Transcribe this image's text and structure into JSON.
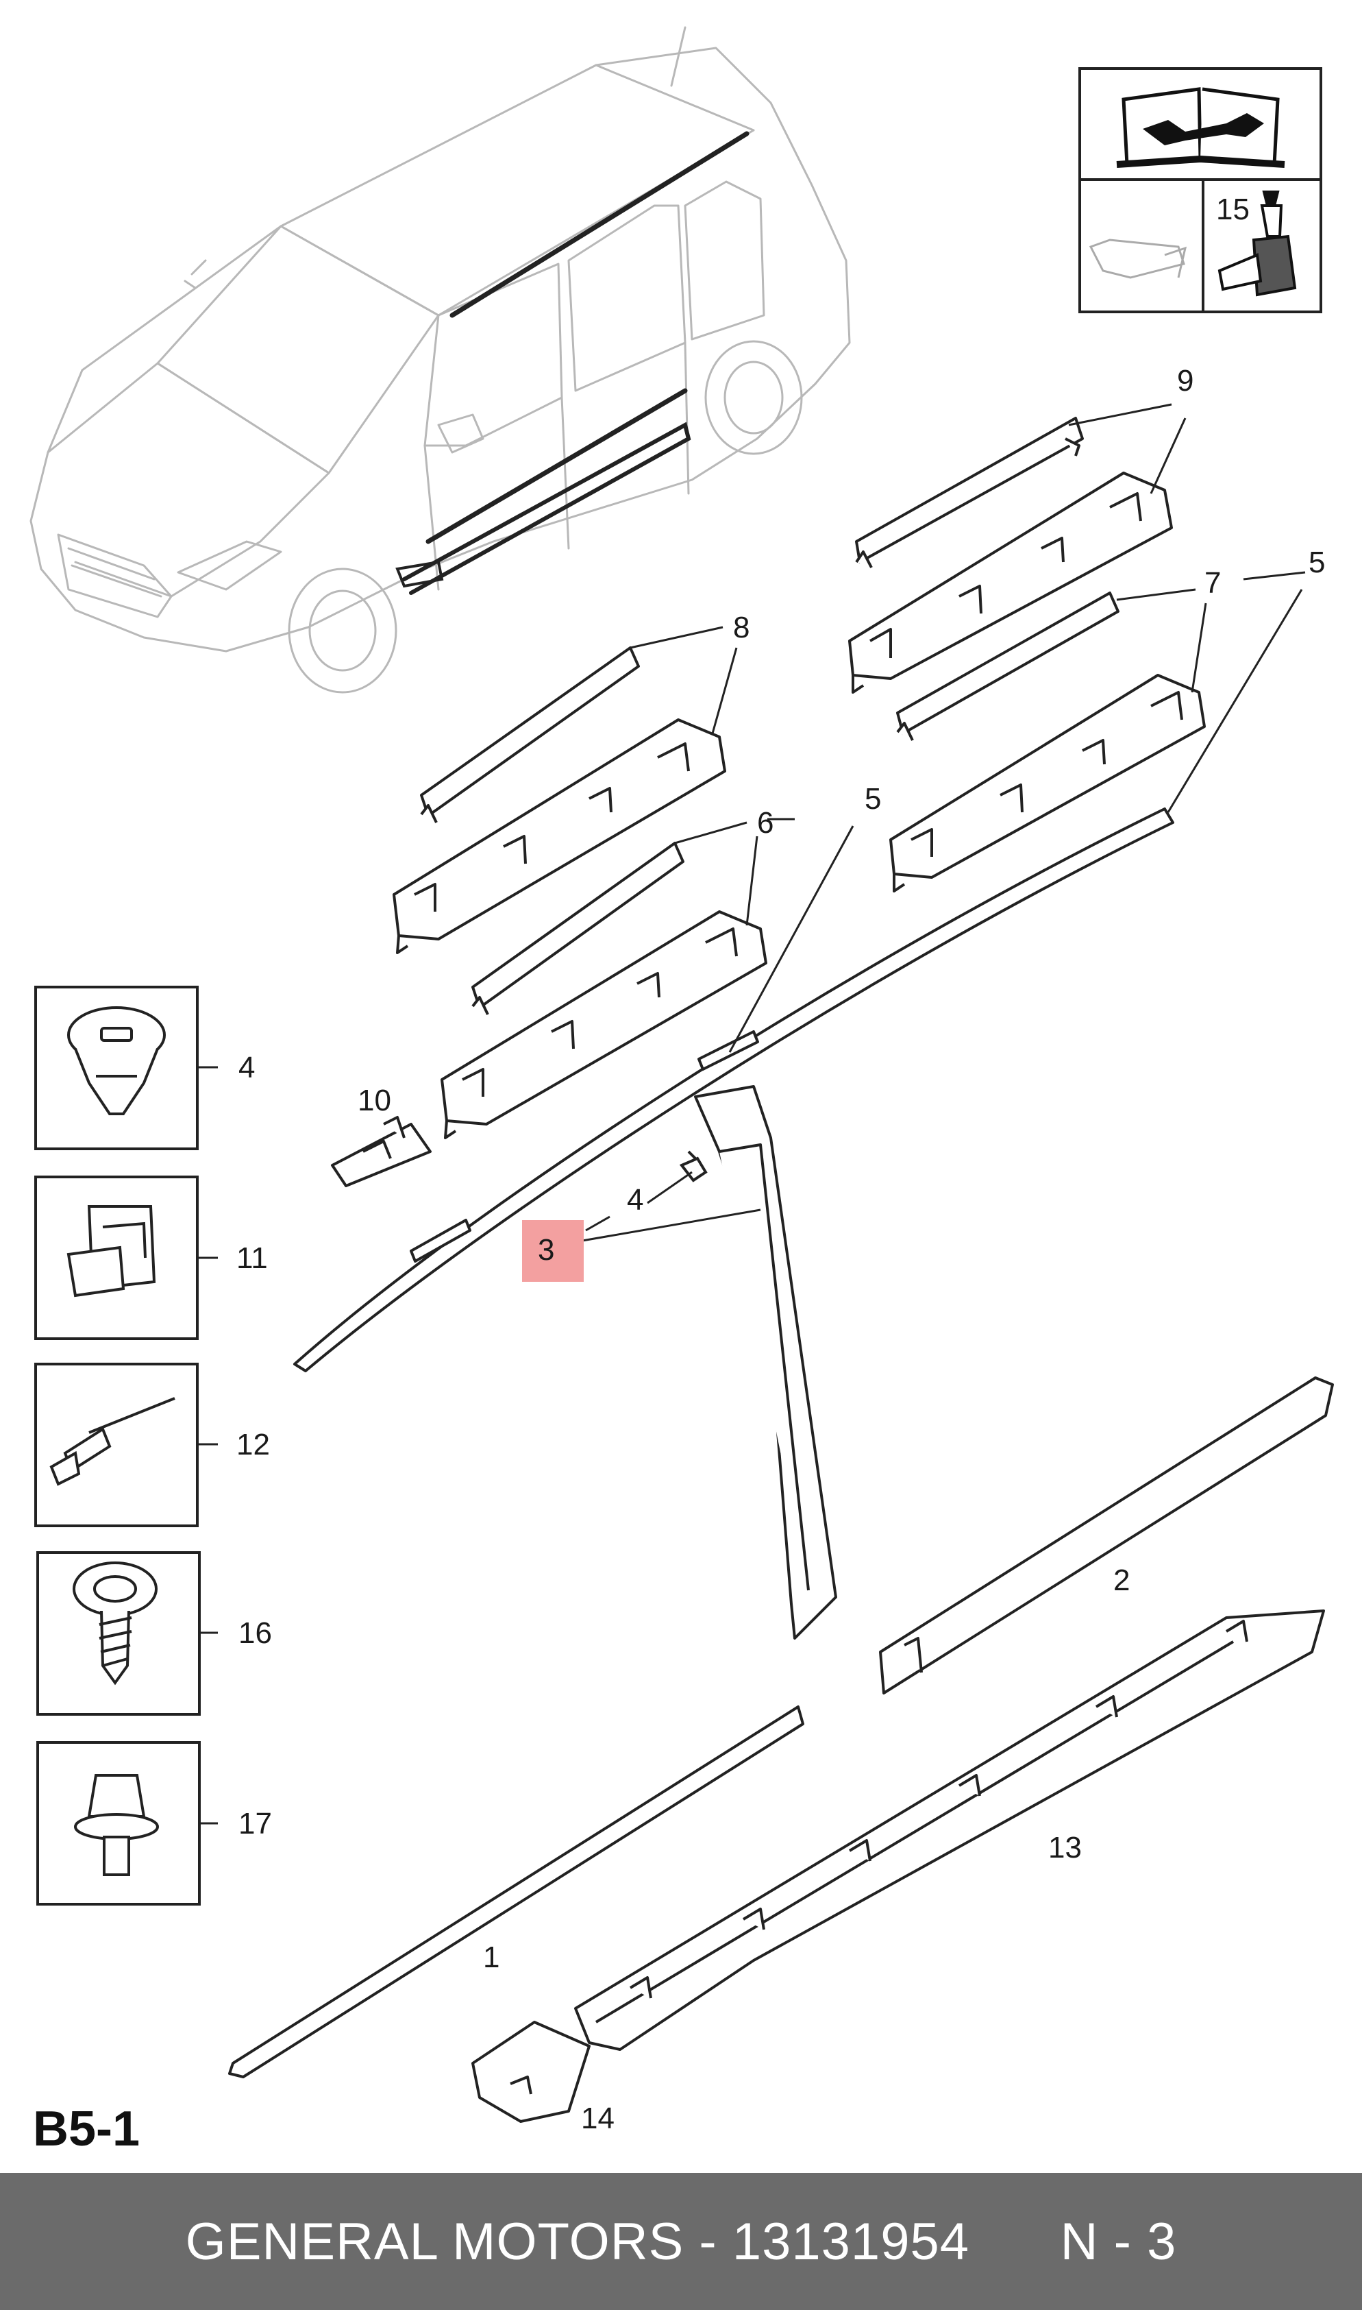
{
  "diagram": {
    "sheet_id": "B5-1",
    "callouts": {
      "c1": "1",
      "c2": "2",
      "c3": "3",
      "c4a": "4",
      "c4b": "4",
      "c5a": "5",
      "c5b": "5",
      "c6": "6",
      "c7": "7",
      "c8": "8",
      "c9": "9",
      "c10": "10",
      "c11": "11",
      "c12": "12",
      "c13": "13",
      "c14": "14",
      "c15": "15",
      "c16": "16",
      "c17": "17"
    },
    "highlight_color": "#f3a0a0",
    "line_color": "#222222",
    "car_color": "#b8b8b8"
  },
  "footer": {
    "text": "GENERAL MOTORS - 13131954      N - 3",
    "background": "#6b6b6b"
  }
}
